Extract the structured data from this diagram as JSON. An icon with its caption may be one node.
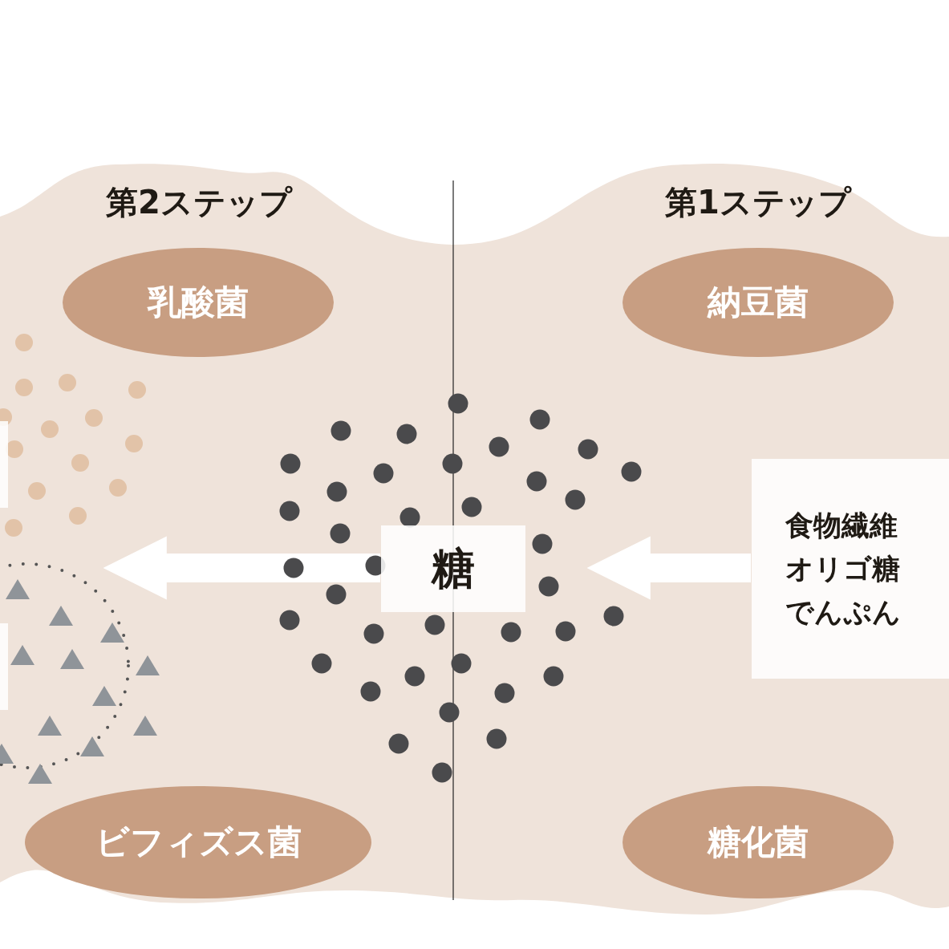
{
  "diagram": {
    "nodes": [
      {
        "text": [
          "食物繊維オリゴ糖でんぷん"
        ]
      },
      {
        "text": [
          "糖"
        ]
      },
      {
        "text": [],
        "shape": "box"
      },
      {
        "text": [],
        "shape": "box"
      },
      {
        "text": [
          "納豆菌"
        ]
      },
      {
        "text": [
          "糖化菌"
        ]
      },
      {
        "text": [
          "乳酸菌"
        ]
      },
      {
        "text": [
          "ビフィズス菌"
        ]
      }
    ],
    "edges": [
      {
        "from": 0,
        "to": 1,
        "arrow": "to"
      },
      {
        "from": 1,
        "to": null,
        "arrow": "to"
      }
    ],
    "labels": [
      "第2ステップ",
      "第1ステップ"
    ]
  }
}
